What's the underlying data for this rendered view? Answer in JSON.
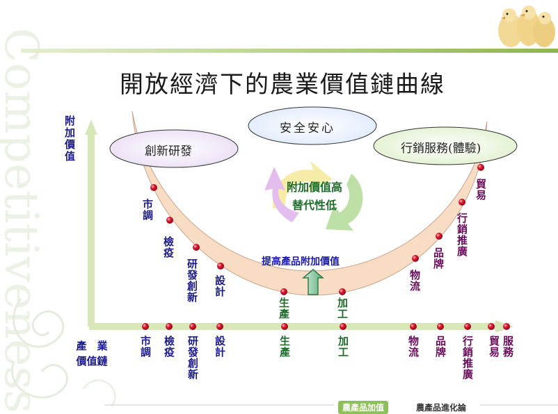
{
  "title": "開放經濟下的農業價值鏈曲線",
  "ovals": {
    "top": "安全安心",
    "left": "創新研發",
    "right": "行銷服務(體驗)"
  },
  "center": {
    "line1": "附加價值高",
    "line2": "替代性低"
  },
  "improve_label": "提高產品附加價值",
  "y_axis_label": "附加價值",
  "chain_label": {
    "line1": "產　業",
    "line2": "價值鏈"
  },
  "curve_labels": [
    "市調",
    "檢疫",
    "研發創新",
    "設計",
    "生產",
    "加工",
    "物流",
    "品牌",
    "行銷推廣",
    "貿易"
  ],
  "axis_labels": [
    "市調",
    "檢疫",
    "研發創新",
    "設計",
    "生產",
    "加工",
    "物流",
    "品牌",
    "行銷推廣",
    "貿易",
    "服務"
  ],
  "footer": {
    "badge": "農產品加值",
    "text": "農產品進化論"
  },
  "colors": {
    "accent_green": "#8dbf5a",
    "curve_fill": "#f9dcc4",
    "dot_red": "#c0102a",
    "text_navy": "#1a1a8a",
    "text_green": "#1f6b2a",
    "text_purple": "#6a0a5a"
  },
  "decor": {
    "watermark": "Competitiveness",
    "chick_image": "chick-image"
  }
}
